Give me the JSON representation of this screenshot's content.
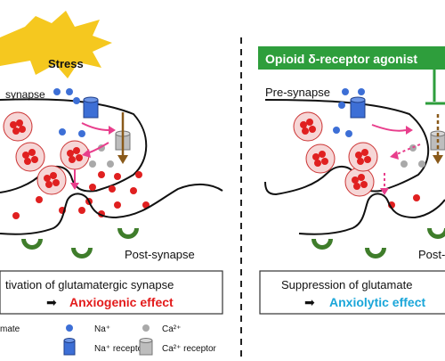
{
  "left_panel": {
    "trigger": "Stress",
    "presynapse_label": "synapse",
    "postsynapse_label": "Post-synapse",
    "result_line1": "tivation of glutamatergic synapse",
    "arrow": "➡",
    "result_line2": "Anxiogenic effect"
  },
  "right_panel": {
    "trigger": "Opioid δ-receptor agonist",
    "presynapse_label": "Pre-synapse",
    "postsynapse_label": "Post-",
    "result_line1": "Suppression of glutamate",
    "arrow": "➡",
    "result_line2": "Anxiolytic effect"
  },
  "legend": {
    "glutamate": "mate",
    "na": "Na⁺",
    "ca": "Ca²⁺",
    "na_receptor": "Na⁺ receptor",
    "ca_receptor": "Ca²⁺ receptor"
  },
  "colors": {
    "glutamate": "#e02020",
    "na": "#3d6fd6",
    "ca": "#a9a9a9",
    "stress_burst": "#f5c81f",
    "agonist_box": "#2e9e3c",
    "anxiogenic": "#e31b1b",
    "anxiolytic": "#1aa6d9",
    "post_receptor": "#3f7d2b",
    "flow_arrow": "#e83e8c",
    "ca_arrow": "#8a5a1a"
  }
}
